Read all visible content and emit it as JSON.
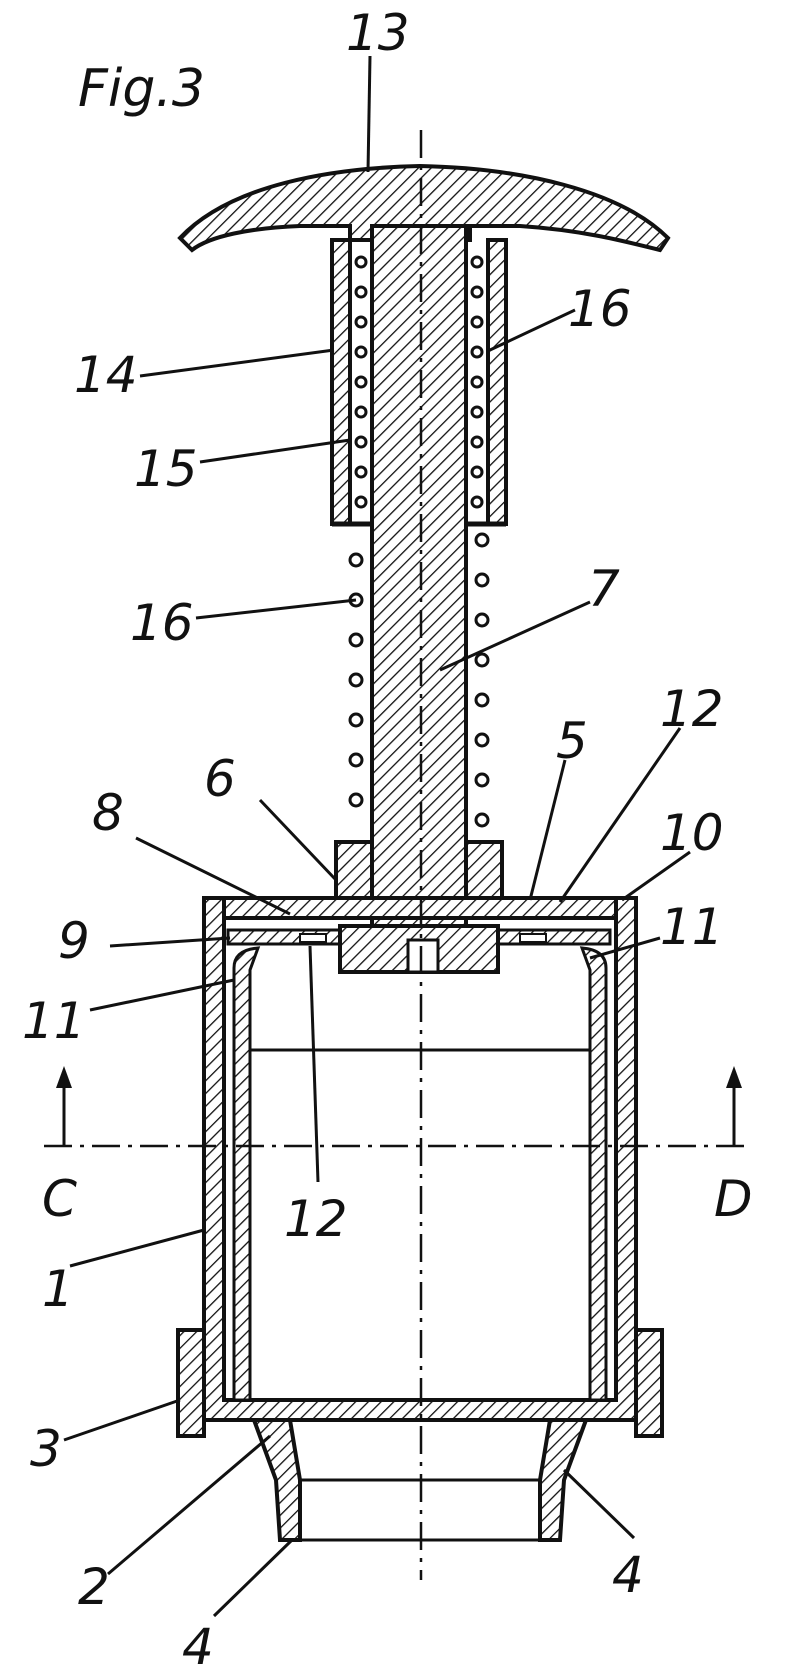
{
  "figure_title": "Fig.3",
  "section_marks": {
    "left": "C",
    "right": "D"
  },
  "reference_numerals": {
    "r13": "13",
    "r16_upper": "16",
    "r14": "14",
    "r15": "15",
    "r16_lower": "16",
    "r7": "7",
    "r12_upper": "12",
    "r5": "5",
    "r6": "6",
    "r8": "8",
    "r10": "10",
    "r9": "9",
    "r11_right": "11",
    "r11_left": "11",
    "r12_lower": "12",
    "r1": "1",
    "r3": "3",
    "r2": "2",
    "r4_right": "4",
    "r4_bottom": "4"
  },
  "colors": {
    "ink": "#111111",
    "paper": "#ffffff"
  }
}
